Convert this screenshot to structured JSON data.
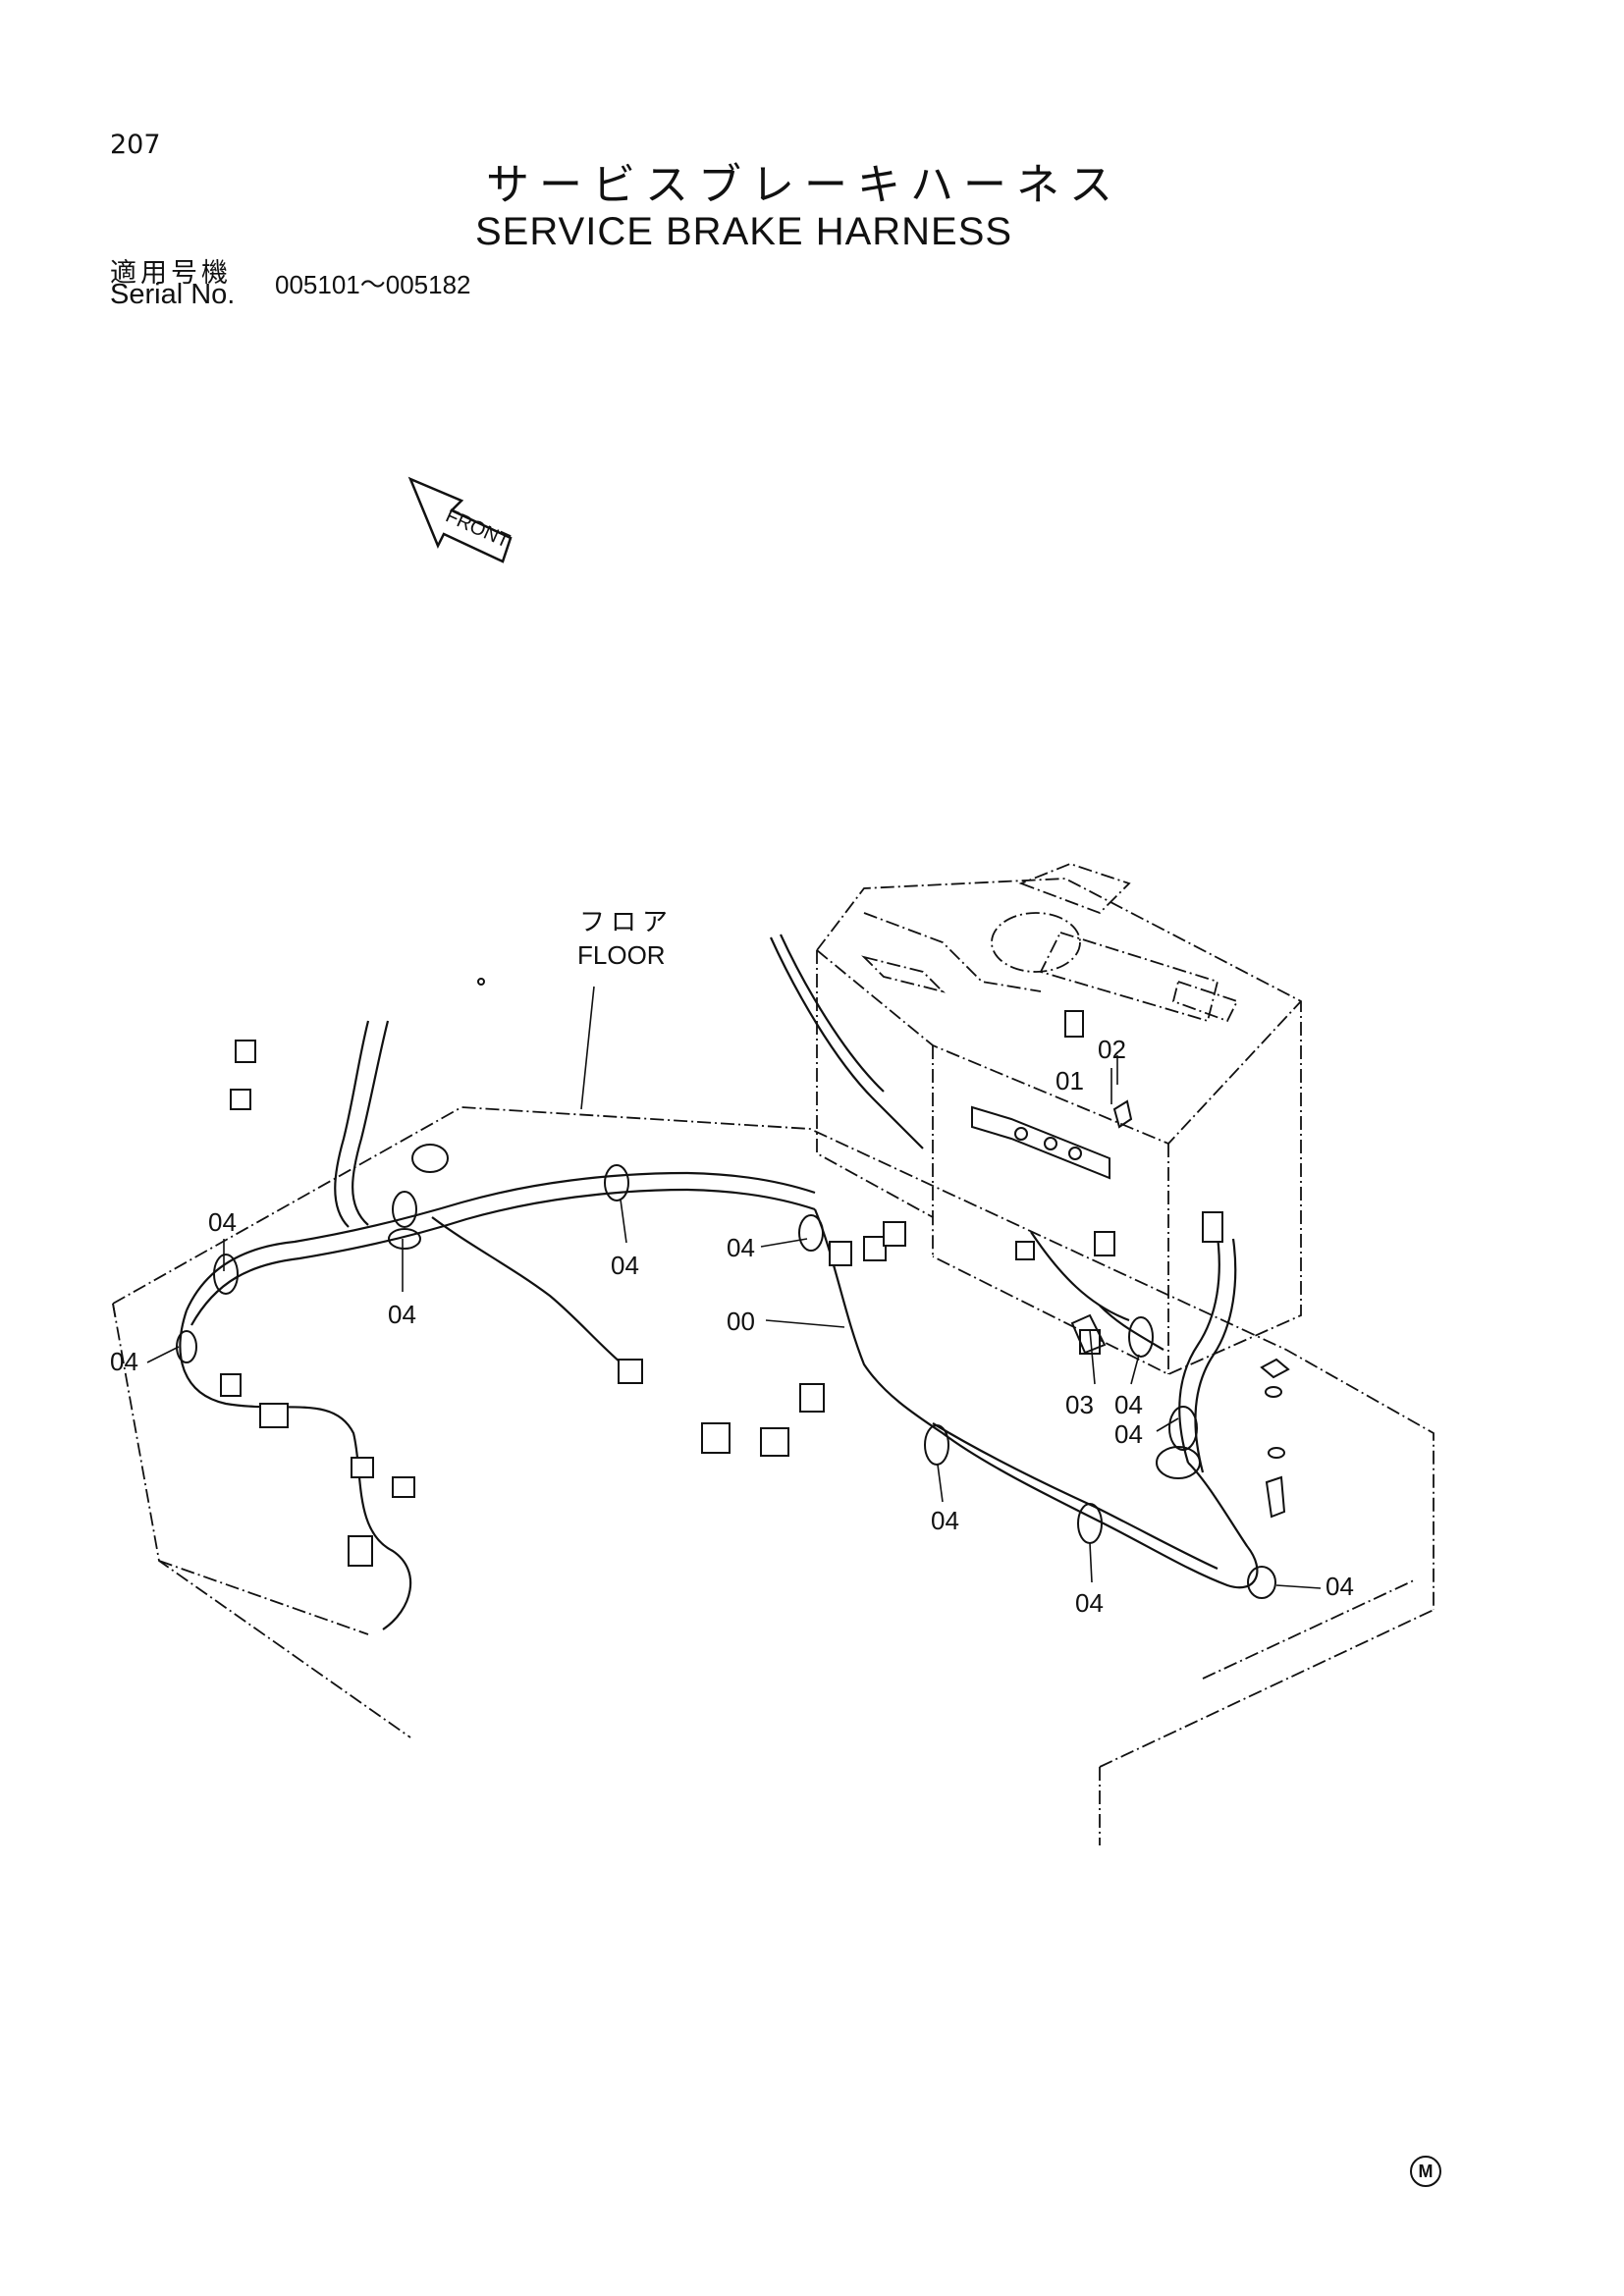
{
  "header": {
    "page_number": "207",
    "title_jp": "サービスブレーキハーネス",
    "title_en": "SERVICE BRAKE HARNESS",
    "serial_label_jp": "適用号機",
    "serial_label_en": "Serial No.",
    "serial_range": "005101～005182"
  },
  "diagram": {
    "front_arrow_label": "FRONT",
    "floor_label_jp": "フロア",
    "floor_label_en": "FLOOR",
    "callouts": {
      "c00": "00",
      "c01": "01",
      "c02": "02",
      "c03": "03",
      "c04a": "04",
      "c04b": "04",
      "c04c": "04",
      "c04d": "04",
      "c04e": "04",
      "c04f": "04",
      "c04g": "04",
      "c04h": "04",
      "c04i": "04",
      "c04j": "04"
    }
  },
  "footer": {
    "mark": "M"
  }
}
